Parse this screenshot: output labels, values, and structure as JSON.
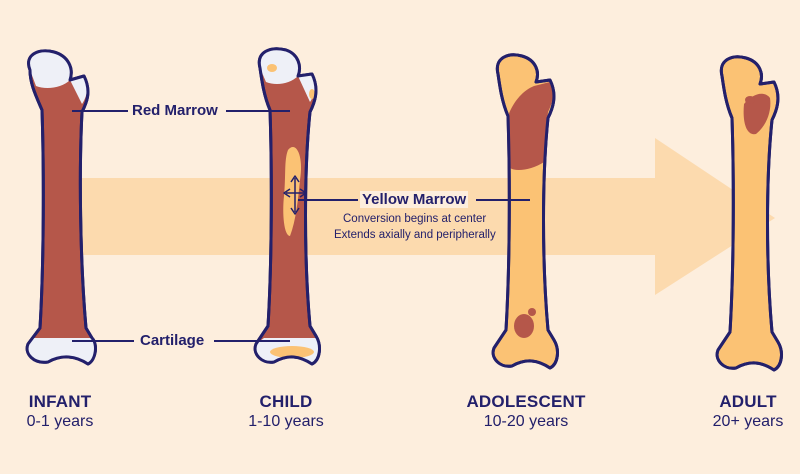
{
  "labels": {
    "red_marrow": "Red Marrow",
    "cartilage": "Cartilage",
    "yellow_marrow": "Yellow Marrow",
    "note_line1": "Conversion begins at center",
    "note_line2": "Extends axially and peripherally"
  },
  "stages": [
    {
      "title": "INFANT",
      "years": "0-1 years"
    },
    {
      "title": "CHILD",
      "years": "1-10 years"
    },
    {
      "title": "ADOLESCENT",
      "years": "10-20 years"
    },
    {
      "title": "ADULT",
      "years": "20+ years"
    }
  ],
  "colors": {
    "background": "#fdeedd",
    "red_marrow": "#b5574a",
    "yellow_marrow": "#fbc274",
    "cartilage": "#eef0f7",
    "outline": "#23206b",
    "arrow": "#fcd6a6"
  }
}
